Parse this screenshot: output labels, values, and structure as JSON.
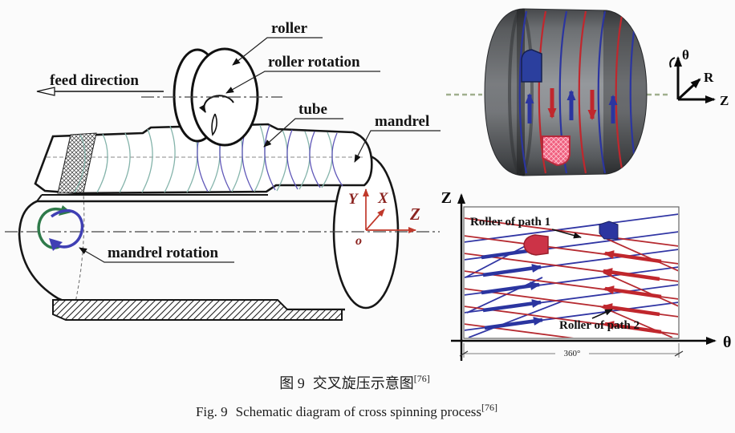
{
  "process_schematic": {
    "labels": {
      "feed_direction": "feed direction",
      "roller": "roller",
      "roller_rotation": "roller rotation",
      "tube": "tube",
      "mandrel": "mandrel",
      "mandrel_rotation": "mandrel rotation"
    },
    "axes": {
      "y": "Y",
      "x": "X",
      "z": "Z",
      "origin": "o"
    }
  },
  "cylinder_view": {
    "axes": {
      "theta": "θ",
      "r": "R",
      "z": "Z"
    }
  },
  "trajectory_plot": {
    "y_axis": "Z",
    "x_axis": "θ",
    "dimension": "360°",
    "path1_label": "Roller of path 1",
    "path2_label": "Roller of path 2"
  },
  "figure_caption": {
    "zh": {
      "prefix": "图 9",
      "text": "交叉旋压示意图",
      "ref": "[76]"
    },
    "en": {
      "prefix": "Fig. 9",
      "text": "Schematic diagram of cross spinning process",
      "ref": "[76]"
    }
  },
  "colors": {
    "path1_blue": "#2b35a0",
    "path2_red": "#c0272d",
    "axis_red": "#c0392b",
    "axis_label_red": "#8c2420",
    "spiral_teal": "#85b4ab",
    "spiral_purple": "#6058b8",
    "rotation_green": "#2f7a4a",
    "rotation_blue": "#3f3fb4",
    "cylinder_gray": "#95989c"
  }
}
